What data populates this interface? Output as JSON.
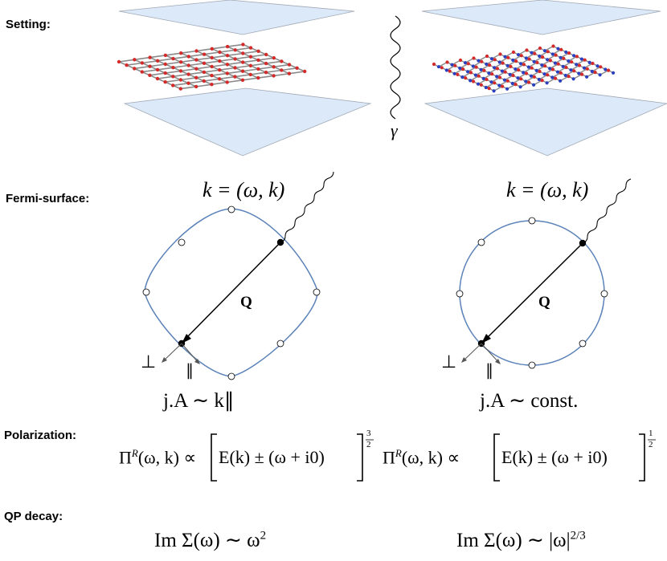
{
  "sections": {
    "setting": "Setting:",
    "fermi_surface": "Fermi-surface:",
    "polarization": "Polarization:",
    "qp_decay": "QP decay:"
  },
  "setting_panel": {
    "photon_symbol": "γ"
  },
  "fermi_left": {
    "k_label": "k = (ω, k)",
    "q_label": "Q",
    "perp_symbol": "⊥",
    "par_symbol": "∥",
    "coupling": "j.A ∼ k∥"
  },
  "fermi_right": {
    "k_label": "k = (ω, k)",
    "q_label": "Q",
    "perp_symbol": "⊥",
    "par_symbol": "∥",
    "coupling": "j.A ∼ const."
  },
  "polarization": {
    "left": {
      "lhs": "Π",
      "sup": "R",
      "args": "(ω, k) ∝ ",
      "inner": "E(k) ± (ω + i0)",
      "exp_num": "3",
      "exp_den": "2"
    },
    "right": {
      "lhs": "Π",
      "sup": "R",
      "args": "(ω, k) ∝ ",
      "inner": "E(k) ± (ω + i0)",
      "exp_num": "1",
      "exp_den": "2"
    }
  },
  "qp_decay": {
    "left": {
      "text": "Im Σ(ω) ∼ ω",
      "sup": "2"
    },
    "right": {
      "text": "Im Σ(ω) ∼ |ω|",
      "sup": "2/3"
    }
  },
  "colors": {
    "plate": "#dbe9f8",
    "plate_edge": "#a0a8b4",
    "lattice_bond": "#8a8a8a",
    "atom_red": "#d42a2a",
    "atom_blue": "#2a3fbf",
    "fermi_curve": "#5b82b8"
  }
}
